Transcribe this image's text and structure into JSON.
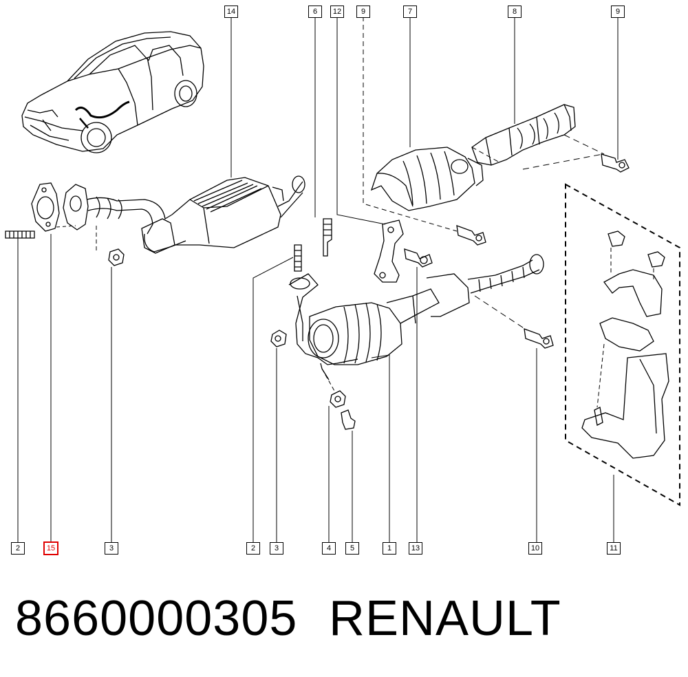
{
  "callouts": [
    {
      "id": "c14",
      "text": "14"
    },
    {
      "id": "c6",
      "text": "6"
    },
    {
      "id": "c12",
      "text": "12"
    },
    {
      "id": "c9a",
      "text": "9"
    },
    {
      "id": "c7",
      "text": "7"
    },
    {
      "id": "c8",
      "text": "8"
    },
    {
      "id": "c9b",
      "text": "9"
    },
    {
      "id": "c2a",
      "text": "2"
    },
    {
      "id": "c15",
      "text": "15",
      "highlighted": true
    },
    {
      "id": "c3a",
      "text": "3"
    },
    {
      "id": "c2b",
      "text": "2"
    },
    {
      "id": "c3b",
      "text": "3"
    },
    {
      "id": "c4",
      "text": "4"
    },
    {
      "id": "c5",
      "text": "5"
    },
    {
      "id": "c1",
      "text": "1"
    },
    {
      "id": "c13",
      "text": "13"
    },
    {
      "id": "c10",
      "text": "10"
    },
    {
      "id": "c11",
      "text": "11"
    }
  ],
  "footer": {
    "part_number": "8660000305",
    "brand": "RENAULT"
  },
  "colors": {
    "line": "#000000",
    "highlight": "#e00000",
    "background": "#ffffff"
  }
}
